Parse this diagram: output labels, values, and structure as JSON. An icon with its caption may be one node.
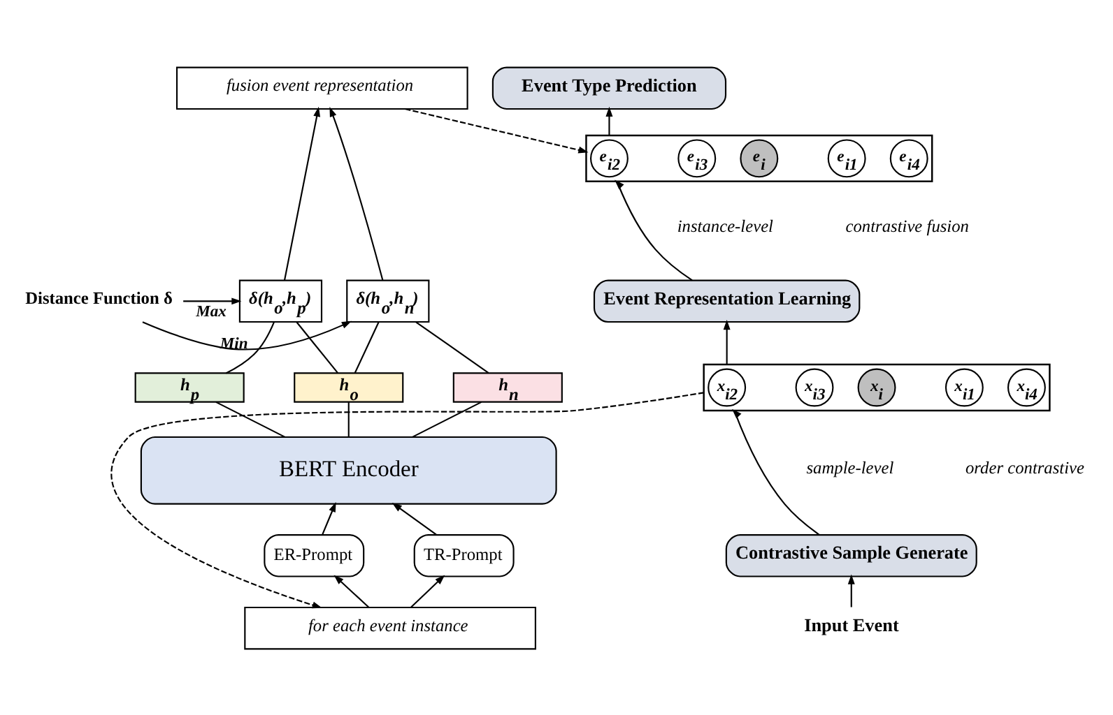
{
  "diagram": {
    "nodes": [
      {
        "text": [
          "Event Type Prediction"
        ]
      },
      {
        "text": [],
        "shape": "box"
      },
      {
        "text": [
          "e$_{i}$"
        ],
        "in": 1
      },
      {
        "text": [
          "e$_{i1}$"
        ],
        "in": 1
      },
      {
        "text": [
          "e$_{i2}$"
        ],
        "in": 1
      },
      {
        "text": [
          "e$_{i3}$"
        ],
        "in": 1
      },
      {
        "text": [
          "e$_{i4}$"
        ],
        "in": 1
      },
      {
        "text": [
          "Event Representation Learning"
        ]
      },
      {
        "text": [],
        "shape": "box"
      },
      {
        "text": [
          "x$_{i}$"
        ],
        "in": 8
      },
      {
        "text": [
          "x$_{i1}$"
        ],
        "in": 8
      },
      {
        "text": [
          "x$_{i2}$"
        ],
        "in": 8
      },
      {
        "text": [
          "x$_{i3}$"
        ],
        "in": 8
      },
      {
        "text": [
          "x$_{i4}$"
        ],
        "in": 8
      },
      {
        "text": [
          "Contrastive Sample Generate"
        ]
      },
      {
        "text": [
          "Input Event"
        ]
      },
      {
        "text": [
          "fusion event representation"
        ]
      },
      {
        "text": [
          "δ(h$_{o}$,h$_{p}$)"
        ]
      },
      {
        "text": [
          "Distance Function δ"
        ]
      },
      {
        "text": [
          "δ(h$_{o}$,h$_{n}$)"
        ]
      },
      {
        "text": [
          "h$_{p}$"
        ]
      },
      {
        "text": [
          "h$_{o}$"
        ]
      },
      {
        "text": [
          "h$_{n}$"
        ]
      },
      {
        "text": [
          "BERT Encoder"
        ]
      },
      {
        "text": [
          "ER-Prompt"
        ]
      },
      {
        "text": [
          "TR-Prompt"
        ]
      },
      {
        "text": [
          "for each event instance"
        ]
      }
    ],
    "edges": [
      {
        "from": 15,
        "to": 14,
        "arrow": "to"
      },
      {
        "from": 14,
        "to": 8,
        "arrow": "to"
      },
      {
        "from": 8,
        "to": 7,
        "arrow": "to"
      },
      {
        "from": 7,
        "to": 1,
        "arrow": "to"
      },
      {
        "from": 1,
        "to": 0,
        "arrow": "to"
      },
      {
        "from": 8,
        "to": 26,
        "arrow": "to",
        "style": "dashed"
      },
      {
        "from": 26,
        "to": 24,
        "arrow": "to"
      },
      {
        "from": 26,
        "to": 25,
        "arrow": "to"
      },
      {
        "from": 24,
        "to": 23,
        "arrow": "to"
      },
      {
        "from": 25,
        "to": 23,
        "arrow": "to"
      },
      {
        "from": 23,
        "to": 20,
        "arrow": "none"
      },
      {
        "from": 23,
        "to": 21,
        "arrow": "none"
      },
      {
        "from": 23,
        "to": 22,
        "arrow": "none"
      },
      {
        "from": 20,
        "to": 17,
        "arrow": "none"
      },
      {
        "from": 21,
        "to": 17,
        "arrow": "none"
      },
      {
        "from": 21,
        "to": 19,
        "arrow": "none"
      },
      {
        "from": 22,
        "to": 19,
        "arrow": "none"
      },
      {
        "from": 18,
        "to": 17,
        "arrow": "to",
        "label": "Max"
      },
      {
        "from": 18,
        "to": 19,
        "arrow": "to",
        "label": "Min"
      },
      {
        "from": 17,
        "to": 16,
        "arrow": "to"
      },
      {
        "from": 19,
        "to": 16,
        "arrow": "to"
      },
      {
        "from": 16,
        "to": 1,
        "arrow": "to",
        "style": "dashed"
      }
    ],
    "labels": [
      "instance-level",
      "contrastive fusion",
      "sample-level",
      "order contrastive"
    ]
  }
}
